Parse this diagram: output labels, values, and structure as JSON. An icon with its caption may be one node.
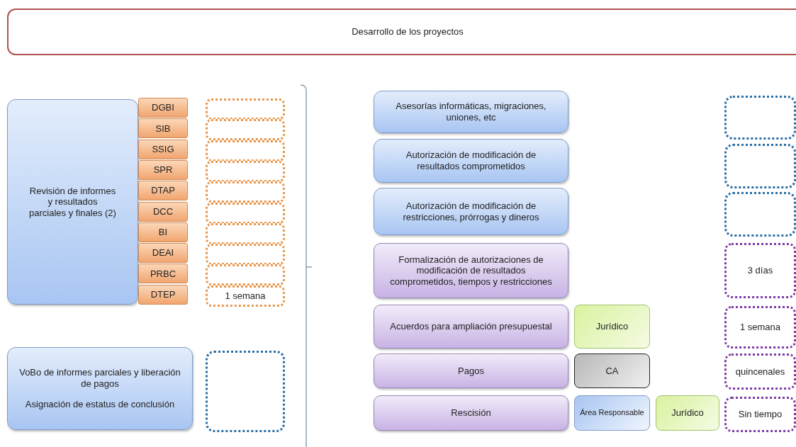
{
  "diagram": {
    "nodes": [
      {
        "text": [
          "Desarrollo de los proyectos"
        ]
      },
      {
        "text": [
          "Revisión de informes y resultados parciales y finales (2)"
        ]
      },
      {
        "text": [
          "DGBI"
        ]
      },
      {
        "text": [
          "SIB"
        ]
      },
      {
        "text": [
          "SSIG"
        ]
      },
      {
        "text": [
          "SPR"
        ]
      },
      {
        "text": [
          "DTAP"
        ]
      },
      {
        "text": [
          "DCC"
        ]
      },
      {
        "text": [
          "BI"
        ]
      },
      {
        "text": [
          "DEAI"
        ]
      },
      {
        "text": [
          "PRBC"
        ]
      },
      {
        "text": [
          "DTEP"
        ]
      },
      {
        "text": [],
        "shape": "box"
      },
      {
        "text": [],
        "shape": "box"
      },
      {
        "text": [],
        "shape": "box"
      },
      {
        "text": [],
        "shape": "box"
      },
      {
        "text": [],
        "shape": "box"
      },
      {
        "text": [],
        "shape": "box"
      },
      {
        "text": [],
        "shape": "box"
      },
      {
        "text": [],
        "shape": "box"
      },
      {
        "text": [],
        "shape": "box"
      },
      {
        "text": [
          "1 semana"
        ]
      },
      {
        "text": [
          "VoBo de informes parciales y liberación de pagos",
          "Asignación de estatus de conclusión"
        ]
      },
      {
        "text": [],
        "shape": "box"
      },
      {
        "text": [
          "Asesorías informáticas, migraciones, uniones, etc"
        ]
      },
      {
        "text": [
          "Autorización de modificación de resultados comprometidos"
        ]
      },
      {
        "text": [
          "Autorización de modificación de restricciones, prórrogas y dineros"
        ]
      },
      {
        "text": [
          "Formalización de autorizaciones de modificación de resultados comprometidos, tiempos y restricciones"
        ]
      },
      {
        "text": [
          "Acuerdos para ampliación presupuestal"
        ]
      },
      {
        "text": [
          "Pagos"
        ]
      },
      {
        "text": [
          "Rescisión"
        ]
      },
      {
        "text": [
          "Jurídico"
        ]
      },
      {
        "text": [
          "CA"
        ]
      },
      {
        "text": [
          "Área Responsable"
        ]
      },
      {
        "text": [
          "Jurídico"
        ]
      },
      {
        "text": [],
        "shape": "box"
      },
      {
        "text": [],
        "shape": "box"
      },
      {
        "text": [],
        "shape": "box"
      },
      {
        "text": [
          "3 días"
        ]
      },
      {
        "text": [
          "1 semana"
        ]
      },
      {
        "text": [
          "quincenales"
        ]
      },
      {
        "text": [
          "Sin tiempo"
        ]
      }
    ]
  }
}
